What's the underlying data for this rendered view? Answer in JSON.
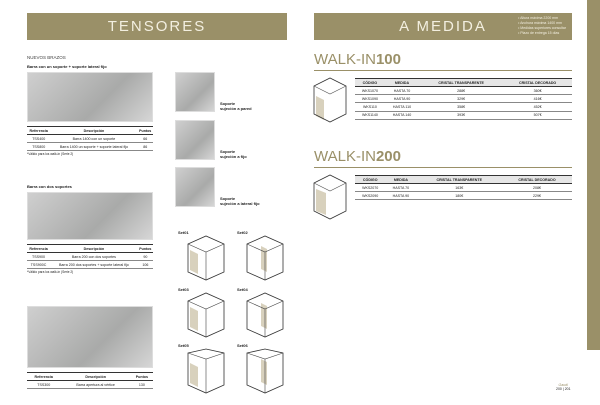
{
  "left": {
    "header": "TENSORES",
    "section": "NUEVOS BRAZOS",
    "block1": {
      "title": "Barra con un soporte + soporte lateral fijo",
      "headers": [
        "Referencia",
        "Descripción",
        "Puntos"
      ],
      "rows": [
        [
          "TSS400",
          "Barra 1400 con un soporte",
          "66"
        ],
        [
          "TSS800",
          "Barra 1400 un soporte + soporte lateral fijo",
          "86"
        ]
      ],
      "note": "*Válido para los walk-in (Serie 2)"
    },
    "block2": {
      "title": "Barra con dos soportes",
      "headers": [
        "Referencia",
        "Descripción",
        "Puntos"
      ],
      "rows": [
        [
          "TSS900",
          "Barra 200 con dos soportes",
          "90"
        ],
        [
          "TSS900C",
          "Barra 200 dos soportes + soporte lateral fijo",
          "106"
        ]
      ],
      "note": "*Válido para los walk-in (Serie 2)"
    },
    "block3": {
      "headers": [
        "Referencia",
        "Descripción",
        "Puntos"
      ],
      "rows": [
        [
          "TSS300",
          "Barra apertura al vértice",
          "130"
        ]
      ]
    },
    "supports": [
      {
        "l1": "Soporte",
        "l2": "sujeción a pared"
      },
      {
        "l1": "Soporte",
        "l2": "sujeción a fijo"
      },
      {
        "l1": "Soporte",
        "l2": "sujeción a lateral fijo"
      }
    ],
    "sets": [
      "Set01",
      "Set02",
      "Set03",
      "Set04",
      "Set05",
      "Set06"
    ]
  },
  "right": {
    "header": "A MEDIDA",
    "notes": [
      "• Altura máxima 2200 mm",
      "• Anchura máxima 1400 mm",
      "• Medidas superiores consultar",
      "• Plazo de entrega 15 días"
    ],
    "w100": {
      "title_light": "WALK-IN",
      "title_bold": "100",
      "headers": [
        "CÓDIGO",
        "MEDIDA",
        "CRISTAL TRANSPARENTE",
        "CRISTAL DECORADO"
      ],
      "rows": [
        [
          "WKS1070",
          "HASTA 70",
          "288€",
          "360€"
        ],
        [
          "WKS1090",
          "HASTA 90",
          "329€",
          "416€"
        ],
        [
          "WKS110",
          "HASTA 110",
          "358€",
          "452€"
        ],
        [
          "WKS1140",
          "HASTA 140",
          "393€",
          "507€"
        ]
      ]
    },
    "w200": {
      "title_light": "WALK-IN",
      "title_bold": "200",
      "headers": [
        "CÓDIGO",
        "MEDIDA",
        "CRISTAL TRANSPARENTE",
        "CRISTAL DECORADO"
      ],
      "rows": [
        [
          "WKS2070",
          "HASTA 70",
          "163€",
          "208€"
        ],
        [
          "WKS2090",
          "HASTA 90",
          "180€",
          "229€"
        ]
      ]
    },
    "footer": {
      "logo": "Gaudí",
      "pages": "200 | 201"
    }
  }
}
